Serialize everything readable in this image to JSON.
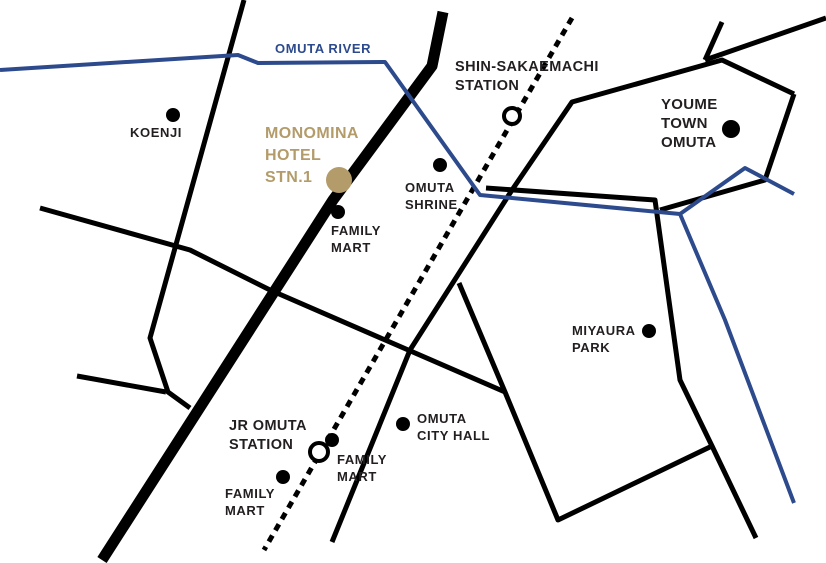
{
  "colors": {
    "road": "#000000",
    "river": "#2c4a8c",
    "hotel": "#b39b6a",
    "text": "#231f20",
    "background": "#ffffff"
  },
  "map": {
    "river_label": "OMUTA RIVER",
    "hotel": {
      "lines": [
        "MONOMINA",
        "HOTEL",
        "STN.1"
      ]
    },
    "stations": {
      "shin_sakaemachi": {
        "lines": [
          "SHIN-SAKAEMACHI",
          "STATION"
        ]
      },
      "jr_omuta": {
        "lines": [
          "JR OMUTA",
          "STATION"
        ]
      }
    },
    "landmarks": {
      "koenji": "KOENJI",
      "youme_town": {
        "lines": [
          "YOUME",
          "TOWN",
          "OMUTA"
        ]
      },
      "omuta_shrine": {
        "lines": [
          "OMUTA",
          "SHRINE"
        ]
      },
      "family_mart_1": {
        "lines": [
          "FAMILY",
          "MART"
        ]
      },
      "miyaura_park": {
        "lines": [
          "MIYAURA",
          "PARK"
        ]
      },
      "omuta_city_hall": {
        "lines": [
          "OMUTA",
          "CITY HALL"
        ]
      },
      "family_mart_2": {
        "lines": [
          "FAMILY",
          "MART"
        ]
      },
      "family_mart_3": {
        "lines": [
          "FAMILY",
          "MART"
        ]
      }
    }
  }
}
